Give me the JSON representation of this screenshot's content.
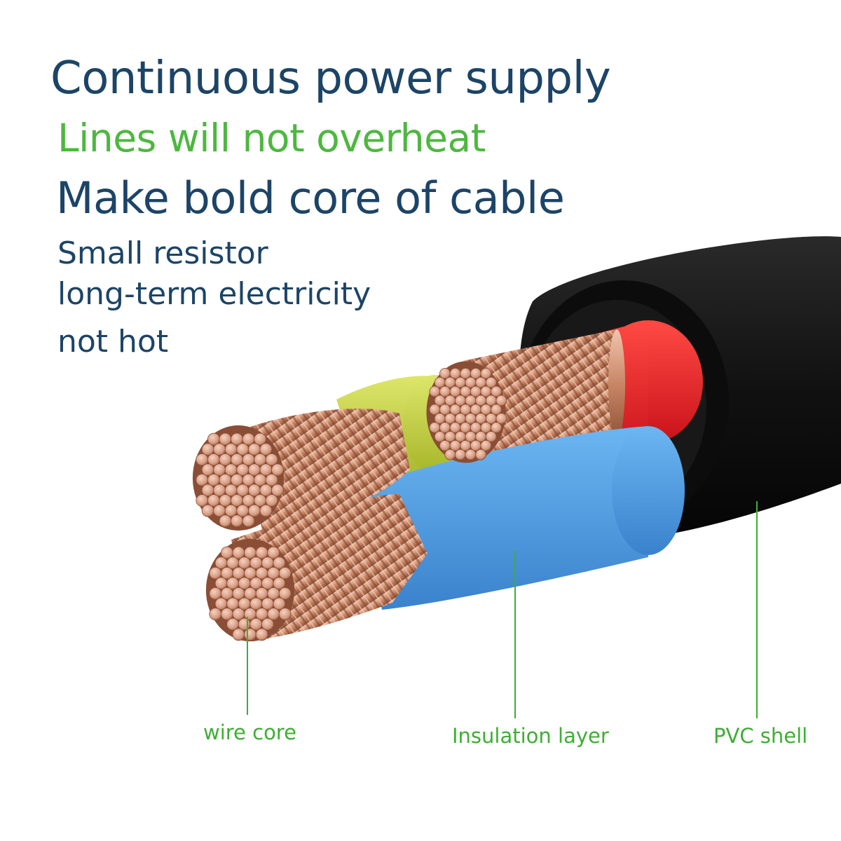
{
  "headline": {
    "line1": "Continuous power supply",
    "line2": "Lines will not overheat",
    "line3": "Make bold core of cable"
  },
  "details": [
    "Small resistor",
    "long-term electricity",
    "not hot"
  ],
  "labels": {
    "wire_core": "wire core",
    "insulation_layer": "Insulation layer",
    "pvc_shell": "PVC shell"
  },
  "colors": {
    "heading_navy": "#1c4467",
    "accent_green": "#4db83f",
    "pvc_shell": "#141414",
    "insulation_red": "#e81c24",
    "insulation_yellow_green": "#c8d43c",
    "insulation_blue": "#4a9be0",
    "copper": "#d59a80"
  }
}
